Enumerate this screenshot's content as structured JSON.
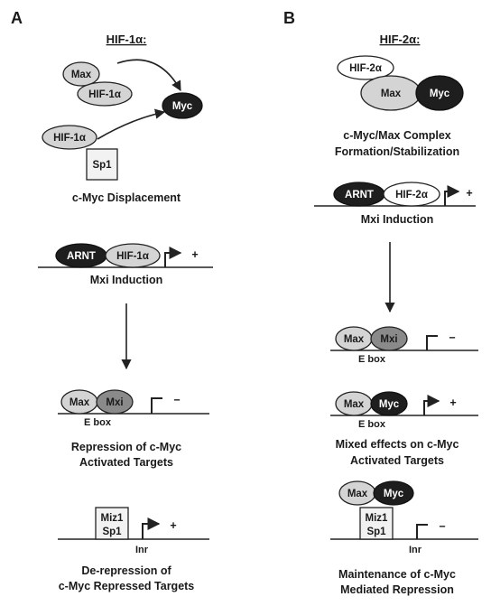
{
  "panel_a": {
    "letter": "A",
    "header": "HIF-1α:",
    "displacement": {
      "max": "Max",
      "hif1a_top": "HIF-1α",
      "myc": "Myc",
      "hif1a_bottom": "HIF-1α",
      "sp1": "Sp1",
      "caption": "c-Myc Displacement"
    },
    "mxi": {
      "arnt": "ARNT",
      "hif1a": "HIF-1α",
      "sign": "+",
      "caption": "Mxi Induction"
    },
    "ebox": {
      "max": "Max",
      "mxi": "Mxi",
      "sign": "−",
      "site": "E box",
      "caption_line1": "Repression of c-Myc",
      "caption_line2": "Activated Targets"
    },
    "inr": {
      "miz1": "Miz1",
      "sp1": "Sp1",
      "sign": "+",
      "site": "Inr",
      "caption_line1": "De-repression of",
      "caption_line2": "c-Myc Repressed Targets"
    }
  },
  "panel_b": {
    "letter": "B",
    "header": "HIF-2α:",
    "complex": {
      "hif2a": "HIF-2α",
      "max": "Max",
      "myc": "Myc",
      "caption_line1": "c-Myc/Max Complex",
      "caption_line2": "Formation/Stabilization"
    },
    "mxi": {
      "arnt": "ARNT",
      "hif2a": "HIF-2α",
      "sign": "+",
      "caption": "Mxi Induction"
    },
    "ebox_mxi": {
      "max": "Max",
      "mxi": "Mxi",
      "sign": "−",
      "site": "E box"
    },
    "ebox_myc": {
      "max": "Max",
      "myc": "Myc",
      "sign": "+",
      "site": "E box",
      "caption_line1": "Mixed effects on c-Myc",
      "caption_line2": "Activated Targets"
    },
    "inr": {
      "max": "Max",
      "myc": "Myc",
      "miz1": "Miz1",
      "sp1": "Sp1",
      "sign": "−",
      "site": "Inr",
      "caption_line1": "Maintenance of c-Myc",
      "caption_line2": "Mediated Repression"
    }
  }
}
